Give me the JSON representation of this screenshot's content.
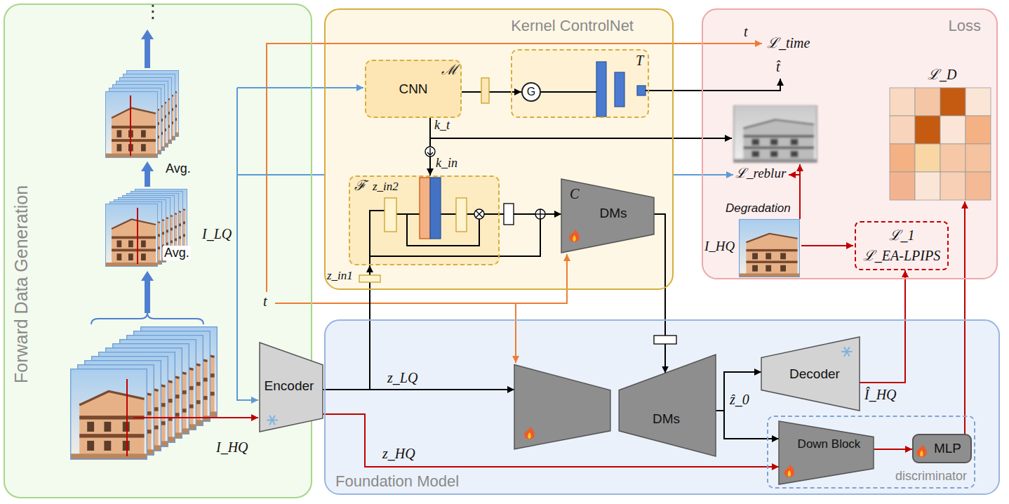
{
  "diagram": {
    "nodes": [
      {
        "text": [
          "Forward Data Generation"
        ]
      },
      {
        "text": [
          "Kernel ControlNet"
        ]
      },
      {
        "text": [
          "Loss"
        ]
      },
      {
        "text": [
          "Foundation Model"
        ]
      },
      {
        "text": [
          "CNN",
          "ℳ"
        ],
        "in": 1
      },
      {
        "text": [
          "T"
        ],
        "in": 1
      },
      {
        "text": [
          "G"
        ],
        "in": 5
      },
      {
        "text": [
          "ℱ"
        ],
        "in": 1
      },
      {
        "text": [
          "C",
          "DMs"
        ],
        "in": 1
      },
      {
        "text": [
          "Encoder"
        ]
      },
      {
        "text": [
          "DMs"
        ],
        "in": 3
      },
      {
        "text": [
          "Decoder"
        ],
        "in": 3
      },
      {
        "text": [
          "discriminator"
        ],
        "in": 3
      },
      {
        "text": [
          "Down Block"
        ],
        "in": 12
      },
      {
        "text": [
          "MLP"
        ],
        "in": 12
      },
      {
        "text": [
          "ℒ_1",
          "ℒ_EA-LPIPS"
        ],
        "in": 2
      }
    ],
    "edges": [
      {
        "from": 9,
        "to": 10,
        "arrow": "to"
      },
      {
        "from": 9,
        "to": 13,
        "arrow": "to"
      },
      {
        "from": 4,
        "to": 7,
        "arrow": "to"
      },
      {
        "from": 4,
        "to": 6,
        "arrow": "to"
      },
      {
        "from": 7,
        "to": 8,
        "arrow": "to"
      },
      {
        "from": 8,
        "to": 10,
        "arrow": "to"
      },
      {
        "from": 10,
        "to": 11,
        "arrow": "to"
      },
      {
        "from": 10,
        "to": 13,
        "arrow": "to"
      },
      {
        "from": 13,
        "to": 14,
        "arrow": "to"
      },
      {
        "from": 11,
        "to": 15,
        "arrow": "to"
      },
      {
        "from": 9,
        "to": 7,
        "arrow": "to"
      }
    ],
    "labels": [
      "⋮",
      "Avg.",
      "Avg.",
      "I_LQ",
      "t",
      "I_HQ",
      "k_t",
      "k_in",
      "z_in2",
      "z_in1",
      "z_LQ",
      "z_HQ",
      "ẑ_0",
      "Î_HQ",
      "t",
      "ℒ_time",
      "t̂",
      "ℒ_D",
      "ℒ_reblur",
      "Degradation",
      "I_HQ"
    ]
  }
}
